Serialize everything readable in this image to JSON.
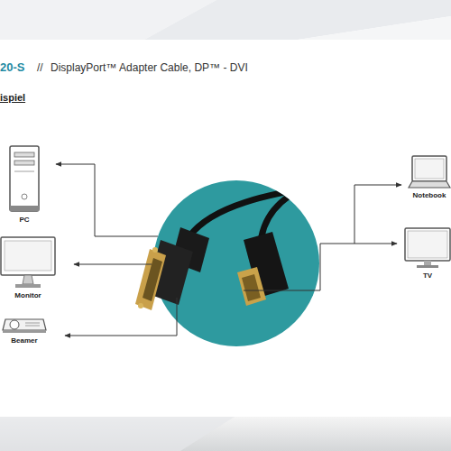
{
  "diagram": {
    "title": "DisplayPort™ Adapter Cable, DP™ - DVI",
    "nodes": [
      {
        "text": [
          "PC"
        ]
      },
      {
        "text": [
          "Monitor"
        ]
      },
      {
        "text": [
          "Beamer"
        ]
      },
      {
        "text": [
          "Notebook"
        ]
      },
      {
        "text": [
          "TV"
        ]
      }
    ],
    "labels": [
      "20-S",
      "//",
      "ispiel"
    ]
  }
}
